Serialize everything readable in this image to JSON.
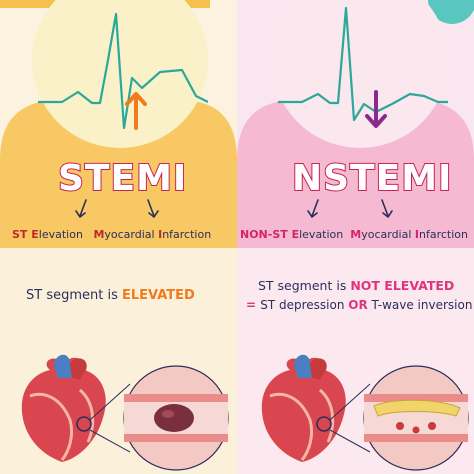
{
  "stemi": {
    "title": "STEMI",
    "st_letters": "ST ",
    "e_letter": "E",
    "elevation_rest": "levation",
    "m_letter": "M",
    "myocardial_rest": "yocardial ",
    "i_letter": "I",
    "infarction_rest": "nfarction",
    "segment_text": "ST segment is ",
    "segment_status": "ELEVATED"
  },
  "nstemi": {
    "title": "NSTEMI",
    "non_st": "NON-ST ",
    "e_letter": "E",
    "elevation_rest": "levation",
    "m_letter": "M",
    "myocardial_rest": "yocardial ",
    "i_letter": "I",
    "infarction_rest": "nfarction",
    "segment_text": "ST segment is ",
    "segment_status": "NOT ELEVATED",
    "equals": "= ",
    "depression_text": "ST depression ",
    "or_text": "OR",
    "inversion_text": " T-wave inversion"
  },
  "colors": {
    "stemi_accent": "#f6b83a",
    "nstemi_accent": "#f2a7c6",
    "arrow_up": "#f07a1c",
    "arrow_down": "#8a2a8f",
    "ecg_line": "#2aa89a"
  },
  "icons": {
    "stemi_arrow": "arrow-up-icon",
    "nstemi_arrow": "arrow-down-icon",
    "heart": "heart-icon",
    "artery": "artery-cross-section-icon"
  }
}
